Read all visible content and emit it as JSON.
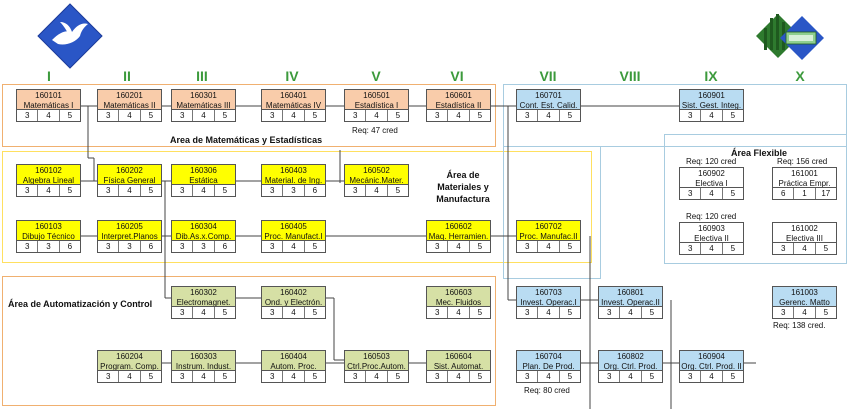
{
  "semesters": [
    "I",
    "II",
    "III",
    "IV",
    "V",
    "VI",
    "VII",
    "VIII",
    "IX",
    "X"
  ],
  "areas": {
    "math": "Area de Matemáticas y Estadísticas",
    "materials": "Área de\nMateriales y\nManufactura",
    "automation": "Área de Automatización y Control",
    "flexible": "Área Flexible"
  },
  "colors": {
    "math": "#f9ccaa",
    "materials": "#ffff00",
    "automation": "#d6e0a5",
    "upper": "#b9dcf2",
    "elective": "#ffffff",
    "semester_numerals": "#3c9a3c",
    "area_border_orange": "#f0b070",
    "area_border_yellow": "#ffe060",
    "area_border_blue": "#a8cce0"
  },
  "icons": [
    "dove-logo-icon",
    "university-building-logo-icon"
  ],
  "courses": [
    {
      "code": "160101",
      "name": "Matemáticas I",
      "credits": [
        "3",
        "4",
        "5"
      ],
      "color": "math"
    },
    {
      "code": "160201",
      "name": "Matemáticas II",
      "credits": [
        "3",
        "4",
        "5"
      ],
      "color": "math"
    },
    {
      "code": "160301",
      "name": "Matemáticas III",
      "credits": [
        "3",
        "4",
        "5"
      ],
      "color": "math"
    },
    {
      "code": "160401",
      "name": "Matemáticas IV",
      "credits": [
        "3",
        "4",
        "5"
      ],
      "color": "math"
    },
    {
      "code": "160501",
      "name": "Estadística I",
      "credits": [
        "3",
        "4",
        "5"
      ],
      "color": "math"
    },
    {
      "code": "160601",
      "name": "Estadística II",
      "credits": [
        "3",
        "4",
        "5"
      ],
      "color": "math"
    },
    {
      "code": "160701",
      "name": "Cont. Est. Calid.",
      "credits": [
        "3",
        "4",
        "5"
      ],
      "color": "upper"
    },
    {
      "code": "160901",
      "name": "Sist. Gest. Integ.",
      "credits": [
        "3",
        "4",
        "5"
      ],
      "color": "upper"
    },
    {
      "code": "160102",
      "name": "Algebra Lineal",
      "credits": [
        "3",
        "4",
        "5"
      ],
      "color": "materials"
    },
    {
      "code": "160202",
      "name": "Física General",
      "credits": [
        "3",
        "4",
        "5"
      ],
      "color": "materials"
    },
    {
      "code": "160306",
      "name": "Estática",
      "credits": [
        "3",
        "4",
        "5"
      ],
      "color": "materials"
    },
    {
      "code": "160403",
      "name": "Material. de Ing.",
      "credits": [
        "3",
        "3",
        "6"
      ],
      "color": "materials"
    },
    {
      "code": "160502",
      "name": "Mecánic.Mater.",
      "credits": [
        "3",
        "4",
        "5"
      ],
      "color": "materials"
    },
    {
      "code": "160103",
      "name": "Dibujo Técnico",
      "credits": [
        "3",
        "3",
        "6"
      ],
      "color": "materials"
    },
    {
      "code": "160205",
      "name": "Interpret.Planos",
      "credits": [
        "3",
        "3",
        "6"
      ],
      "color": "materials"
    },
    {
      "code": "160304",
      "name": "Dib.As.x.Comp.",
      "credits": [
        "3",
        "3",
        "6"
      ],
      "color": "materials"
    },
    {
      "code": "160405",
      "name": "Proc. Manufact.I",
      "credits": [
        "3",
        "4",
        "5"
      ],
      "color": "materials"
    },
    {
      "code": "160602",
      "name": "Maq. Herramien.",
      "credits": [
        "3",
        "4",
        "5"
      ],
      "color": "materials"
    },
    {
      "code": "160702",
      "name": "Proc. Manufac.II",
      "credits": [
        "3",
        "4",
        "5"
      ],
      "color": "materials"
    },
    {
      "code": "160302",
      "name": "Electromagnet.",
      "credits": [
        "3",
        "4",
        "5"
      ],
      "color": "automation"
    },
    {
      "code": "160402",
      "name": "Ond. y Electrón.",
      "credits": [
        "3",
        "4",
        "5"
      ],
      "color": "automation"
    },
    {
      "code": "160603",
      "name": "Mec. Fluidos",
      "credits": [
        "3",
        "4",
        "5"
      ],
      "color": "automation"
    },
    {
      "code": "160204",
      "name": "Program. Comp.",
      "credits": [
        "3",
        "4",
        "5"
      ],
      "color": "automation"
    },
    {
      "code": "160303",
      "name": "Instrum. Indust.",
      "credits": [
        "3",
        "4",
        "5"
      ],
      "color": "automation"
    },
    {
      "code": "160404",
      "name": "Autom. Proc.",
      "credits": [
        "3",
        "4",
        "5"
      ],
      "color": "automation"
    },
    {
      "code": "160503",
      "name": "Ctrl.Proc.Autom.",
      "credits": [
        "3",
        "4",
        "5"
      ],
      "color": "automation"
    },
    {
      "code": "160604",
      "name": "Sist. Automat.",
      "credits": [
        "3",
        "4",
        "5"
      ],
      "color": "automation"
    },
    {
      "code": "160703",
      "name": "Invest. Operac.I",
      "credits": [
        "3",
        "4",
        "5"
      ],
      "color": "upper"
    },
    {
      "code": "160801",
      "name": "Invest. Operac.II",
      "credits": [
        "3",
        "4",
        "5"
      ],
      "color": "upper"
    },
    {
      "code": "161003",
      "name": "Gerenc. Matto",
      "credits": [
        "3",
        "4",
        "5"
      ],
      "color": "upper"
    },
    {
      "code": "160704",
      "name": "Plan. De Prod.",
      "credits": [
        "3",
        "4",
        "5"
      ],
      "color": "upper"
    },
    {
      "code": "160802",
      "name": "Org. Ctrl. Prod.",
      "credits": [
        "3",
        "4",
        "5"
      ],
      "color": "upper"
    },
    {
      "code": "160904",
      "name": "Org. Ctrl. Prod. II",
      "credits": [
        "3",
        "4",
        "5"
      ],
      "color": "upper"
    },
    {
      "code": "160902",
      "name": "Electiva I",
      "credits": [
        "3",
        "4",
        "5"
      ],
      "color": "elective"
    },
    {
      "code": "161001",
      "name": "Práctica  Empr.",
      "credits": [
        "6",
        "1",
        "17"
      ],
      "color": "elective"
    },
    {
      "code": "160903",
      "name": "Electiva II",
      "credits": [
        "3",
        "4",
        "5"
      ],
      "color": "elective"
    },
    {
      "code": "161002",
      "name": "Electiva III",
      "credits": [
        "3",
        "4",
        "5"
      ],
      "color": "elective"
    }
  ],
  "requirements": [
    "Req: 47 cred",
    "Req: 120 cred",
    "Req: 156 cred",
    "Req: 120 cred",
    "Req: 138 cred.",
    "Req: 80 cred"
  ]
}
